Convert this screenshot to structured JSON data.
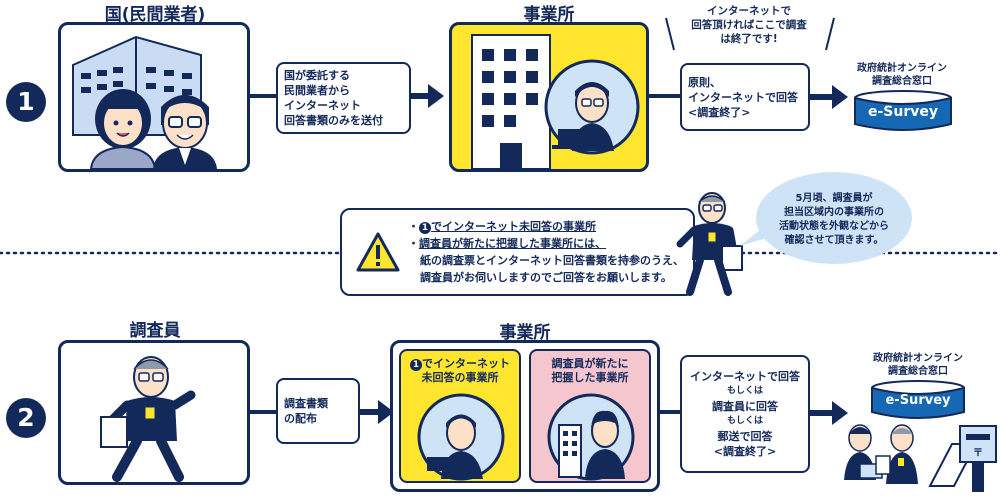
{
  "step1": {
    "number": "1",
    "gov_title": "国(民間業者)",
    "office_title": "事業所",
    "send_text": [
      "国が委託する",
      "民間業者から",
      "インターネット",
      "回答書類のみを送付"
    ],
    "callout_text": [
      "インターネットで",
      "回答頂ければここで調査",
      "は終了です!"
    ],
    "answer_text": [
      "原則、",
      "インターネットで回答",
      "<調査終了>"
    ],
    "esurvey_label": [
      "政府統計オンライン",
      "調査総合窓口"
    ],
    "esurvey_name": "e-Survey"
  },
  "middle": {
    "bullet1_prefix": "・",
    "bullet1_num": "1",
    "bullet1_text": "でインターネット未回答の事業所",
    "bullet2_prefix": "・",
    "bullet2_text": "調査員が新たに把握した事業所には、",
    "bullet2_line2": "紙の調査票とインターネット回答書類を持参のうえ、",
    "bullet2_line3": "調査員がお伺いしますのでご回答をお願いします。",
    "bubble_text": [
      "5月頃、調査員が",
      "担当区域内の事業所の",
      "活動状態を外観などから",
      "確認させて頂きます。"
    ]
  },
  "step2": {
    "number": "2",
    "investigator_title": "調査員",
    "office_title": "事業所",
    "distribute_text": [
      "調査書類",
      "の配布"
    ],
    "yellow_label_num": "1",
    "yellow_label": [
      "でインターネット",
      "未回答の事業所"
    ],
    "pink_label": [
      "調査員が新たに",
      "把握した事業所"
    ],
    "answer_text": [
      "インターネットで回答",
      "もしくは",
      "調査員に回答",
      "もしくは",
      "郵送で回答",
      "<調査終了>"
    ],
    "esurvey_label": [
      "政府統計オンライン",
      "調査総合窓口"
    ],
    "esurvey_name": "e-Survey"
  },
  "colors": {
    "navy": "#13295a",
    "yellow": "#ffe52e",
    "pink": "#f6c6cf",
    "light_blue": "#cfe3f7",
    "esurvey_blue": "#1668b4"
  }
}
